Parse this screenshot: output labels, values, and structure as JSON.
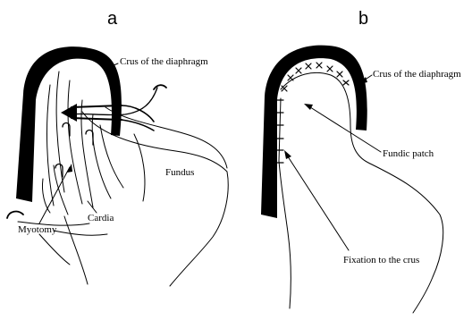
{
  "panels": [
    {
      "letter": "a",
      "labels": {
        "crus": "Crus of the diaphragm",
        "fundus": "Fundus",
        "cardia": "Cardia",
        "myotomy": "Myotomy"
      }
    },
    {
      "letter": "b",
      "labels": {
        "crus": "Crus of the diaphragm",
        "fundic_patch": "Fundic patch",
        "fixation": "Fixation to the crus"
      }
    }
  ],
  "colors": {
    "ink": "#000000",
    "background": "#ffffff"
  }
}
